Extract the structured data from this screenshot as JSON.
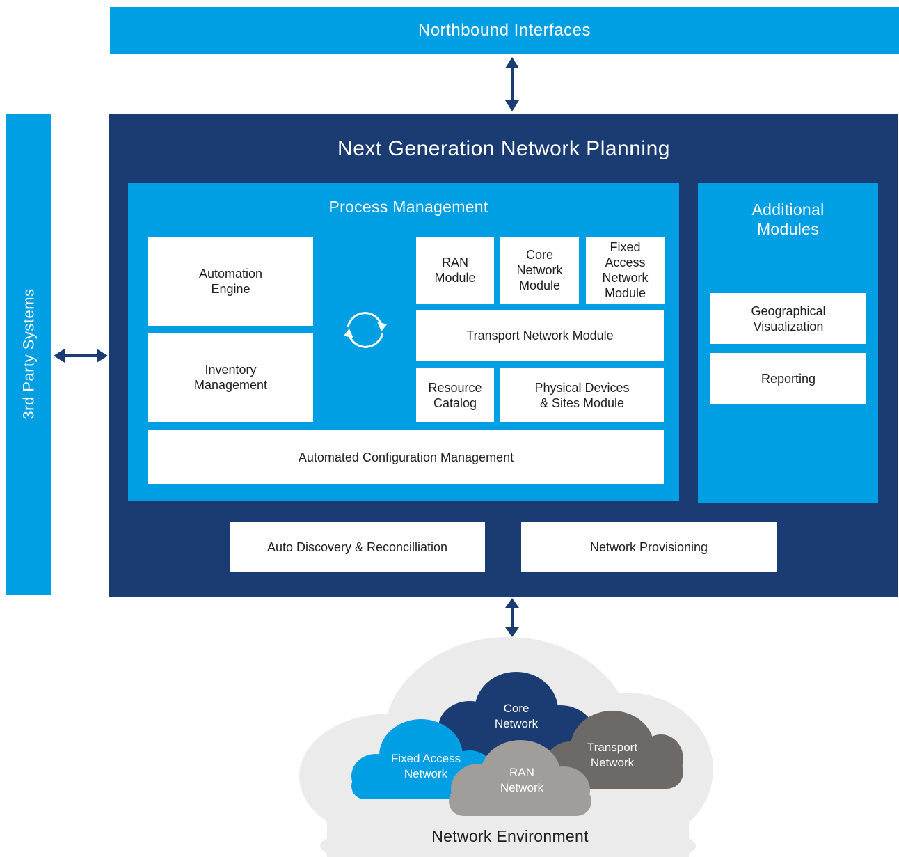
{
  "northbound": "Northbound Interfaces",
  "third_party": "3rd Party Systems",
  "main": {
    "title": "Next Generation Network Planning",
    "process": {
      "title": "Process Management",
      "automation_engine": "Automation\nEngine",
      "inventory_management": "Inventory\nManagement",
      "ran_module": "RAN\nModule",
      "core_network_module": "Core\nNetwork\nModule",
      "fixed_access_module": "Fixed\nAccess\nNetwork\nModule",
      "transport_network_module": "Transport Network Module",
      "resource_catalog": "Resource\nCatalog",
      "physical_devices": "Physical Devices\n& Sites Module",
      "automated_config": "Automated Configuration Management"
    },
    "additional": {
      "title": "Additional\nModules",
      "geo_visualization": "Geographical\nVisualization",
      "reporting": "Reporting"
    },
    "auto_discovery": "Auto Discovery & Reconcilliation",
    "network_provisioning": "Network Provisioning"
  },
  "environment": {
    "title": "Network Environment",
    "core": "Core\nNetwork",
    "transport": "Transport\nNetwork",
    "fixed_access": "Fixed Access\nNetwork",
    "ran": "RAN\nNetwork"
  },
  "colors": {
    "light_blue": "#009fe3",
    "navy": "#1b3c73",
    "cloud_bg": "#ebebeb",
    "transport_gray": "#6d6967",
    "ran_gray": "#a19d9b"
  },
  "icons": [
    "double-arrow-icon",
    "cycle-icon"
  ]
}
